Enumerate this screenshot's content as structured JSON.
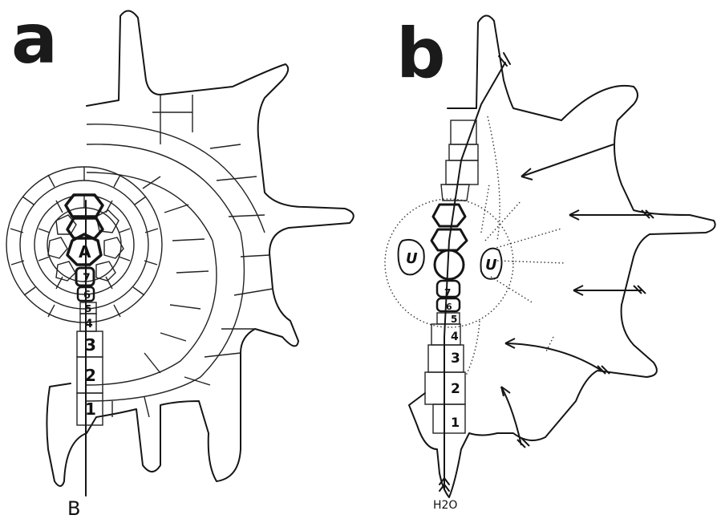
{
  "figure": {
    "panel_a": {
      "letter": "a",
      "center_label": "A",
      "cell_numbers": [
        "7",
        "6",
        "5",
        "4",
        "3",
        "2",
        "1"
      ],
      "bottom_label": "B"
    },
    "panel_b": {
      "letter": "b",
      "cell_numbers": [
        "7",
        "6",
        "5",
        "4",
        "3",
        "2",
        "1"
      ],
      "left_label": "U",
      "right_label": "U",
      "water_label": "H2O"
    }
  }
}
